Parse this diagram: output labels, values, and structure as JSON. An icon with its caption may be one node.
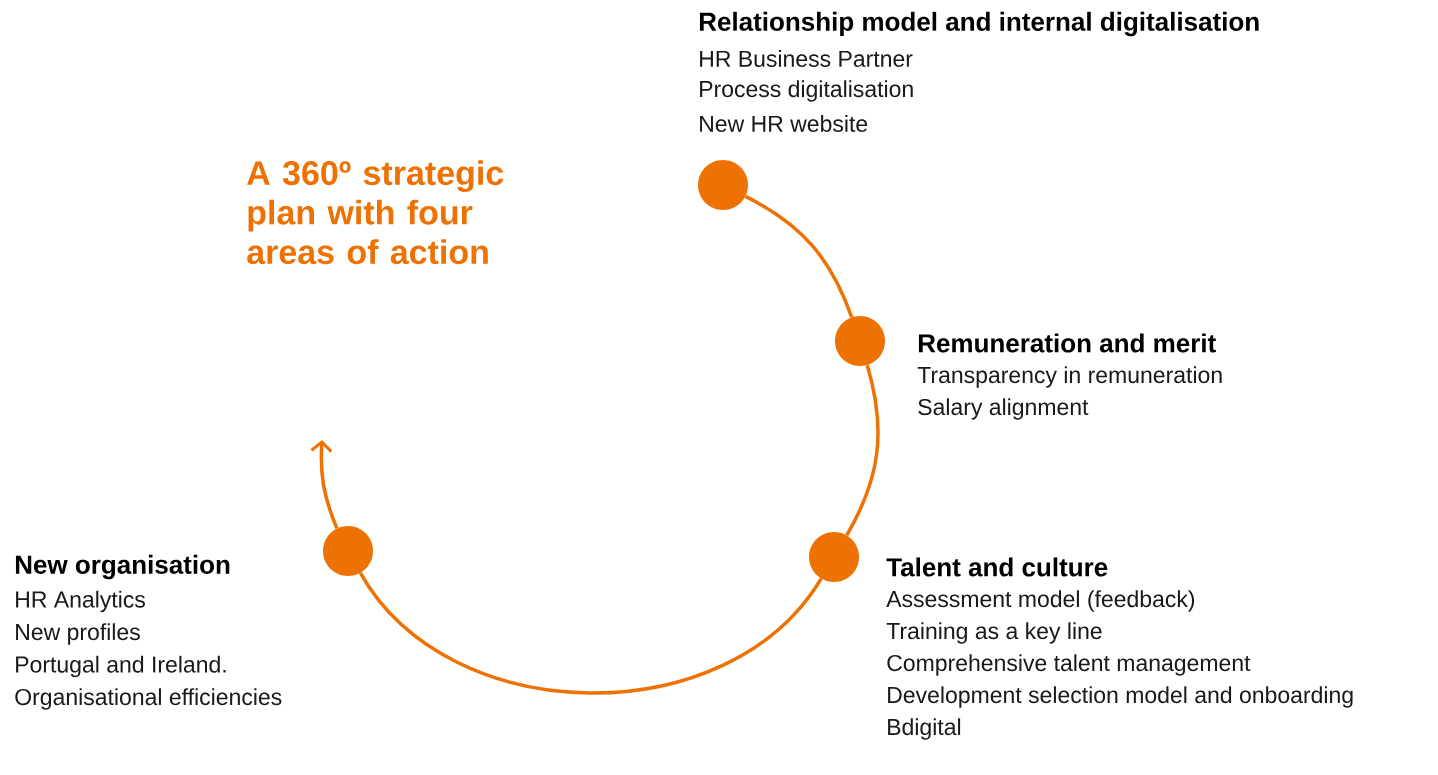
{
  "diagram": {
    "title": "A 360º strategic plan with four areas of action",
    "nodes": [
      {
        "text": [],
        "shape": "circle",
        "beside": [
          "Relationship model and internal digitalisation",
          "HR Business Partner",
          "Process digitalisation",
          "New HR website"
        ]
      },
      {
        "text": [],
        "shape": "circle",
        "beside": [
          "Remuneration and merit",
          "Transparency in remuneration",
          "Salary alignment"
        ]
      },
      {
        "text": [],
        "shape": "circle",
        "beside": [
          "Talent and culture",
          "Assessment model (feedback)",
          "Training as a key line",
          "Comprehensive talent management",
          "Development selection model and onboarding",
          "Bdigital"
        ]
      },
      {
        "text": [],
        "shape": "circle",
        "beside": [
          "New organisation",
          "HR Analytics",
          "New profiles",
          "Portugal and Ireland.",
          "Organisational efficiencies"
        ]
      }
    ],
    "edges": [
      {
        "from": 0,
        "to": 1,
        "arrow": "none"
      },
      {
        "from": 1,
        "to": 2,
        "arrow": "none"
      },
      {
        "from": 2,
        "to": 3,
        "arrow": "none"
      },
      {
        "from": 3,
        "to": null,
        "arrow": "to"
      }
    ]
  }
}
